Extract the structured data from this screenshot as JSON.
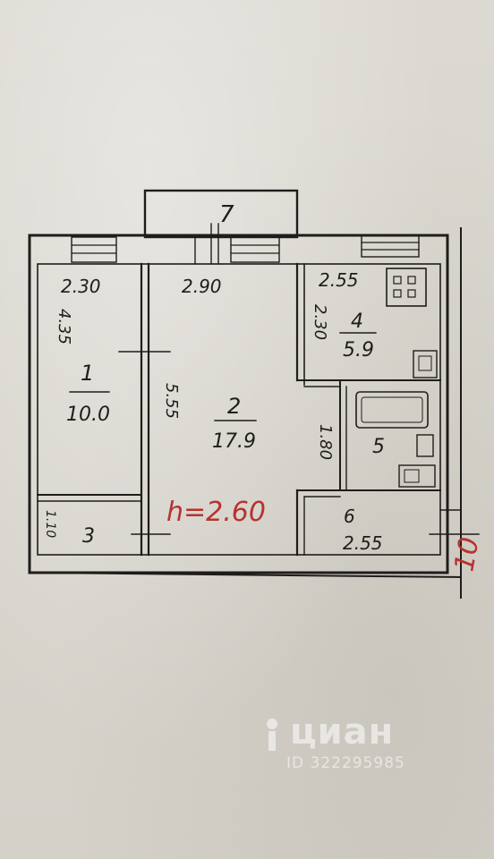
{
  "plan": {
    "rooms": [
      {
        "id": "1",
        "number": "1",
        "area": "10.0"
      },
      {
        "id": "2",
        "number": "2",
        "area": "17.9"
      },
      {
        "id": "3",
        "number": "3"
      },
      {
        "id": "4",
        "number": "4",
        "area": "5.9"
      },
      {
        "id": "5",
        "number": "5"
      },
      {
        "id": "6",
        "number": "6"
      },
      {
        "id": "7",
        "number": "7"
      }
    ],
    "dimensions": {
      "room1_width": "2.30",
      "room2_width": "2.90",
      "room4_width": "2.55",
      "room1_length": "4.35",
      "room2_length": "5.55",
      "room4_length": "2.30",
      "corridor_length": "1.80",
      "room3_length": "1.10",
      "room6_width": "2.55"
    },
    "ceiling_height": "h=2.60",
    "edge_mark": "10"
  },
  "watermark": {
    "brand": "циан",
    "listing_id": "ID 322295985"
  },
  "colors": {
    "paper": "#d9d6ce",
    "ink": "#1e1d1b",
    "red_ink": "#b8322e"
  }
}
